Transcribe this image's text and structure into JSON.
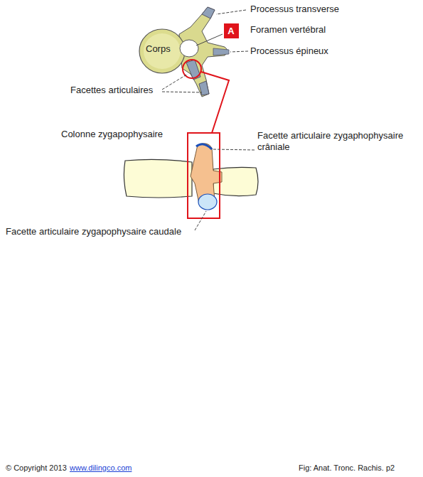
{
  "diagram": {
    "nodes": [
      {
        "text": [
          "A"
        ]
      }
    ],
    "labels": [
      "Processus transverse",
      "Foramen vertébral",
      "Processus épineux",
      "Corps",
      "Facettes articulaires",
      "Colonne zygapophysaire",
      "Facette articulaire  zygaphophysaire crâniale",
      "Facette articulaire zygapophysaire caudale",
      "© Copyright 2013",
      "www.dilingco.com",
      "Fig:  Anat. Tronc. Rachis. p2"
    ]
  }
}
